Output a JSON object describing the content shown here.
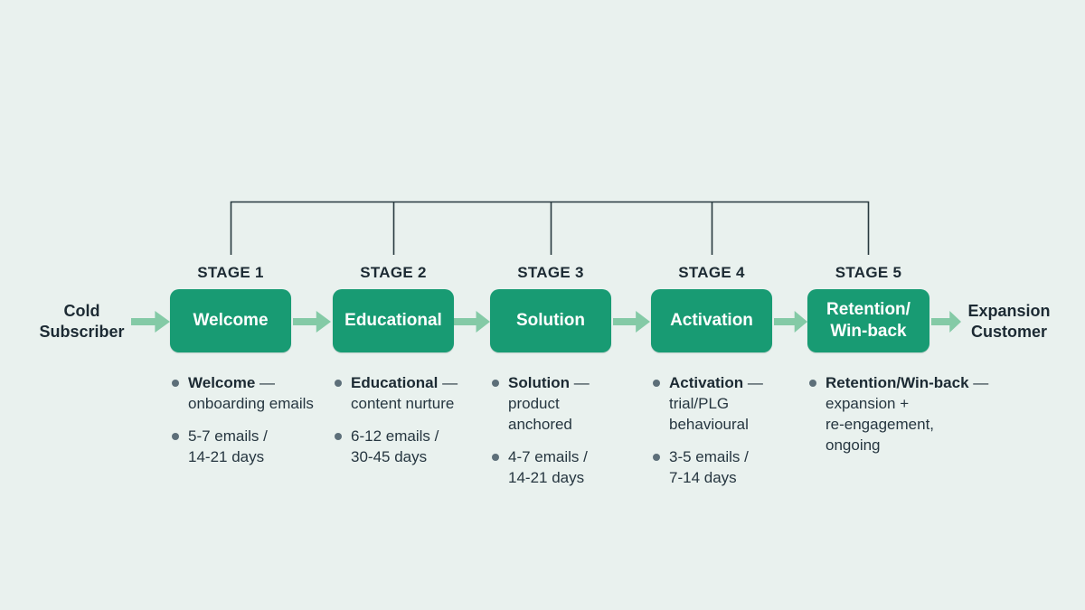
{
  "palette": {
    "background": "#e9f1ee",
    "box_green": "#189b73",
    "arrow_green": "#84caa6",
    "bracket_line": "#28393f",
    "heading_text": "#1c2a33",
    "body_text": "#263640",
    "bullet_dot": "#5d6f79",
    "box_label_text": "#ffffff"
  },
  "flow": {
    "start_label": "Cold\nSubscriber",
    "end_label": "Expansion\nCustomer"
  },
  "stages": [
    {
      "stage_label": "STAGE 1",
      "box_label": "Welcome",
      "bullets": [
        {
          "bold": "Welcome",
          "rest": " —\nonboarding emails"
        },
        {
          "bold": "",
          "rest": "5-7 emails /\n14-21 days"
        }
      ]
    },
    {
      "stage_label": "STAGE 2",
      "box_label": "Educational",
      "bullets": [
        {
          "bold": "Educational",
          "rest": " —\ncontent nurture"
        },
        {
          "bold": "",
          "rest": "6-12 emails /\n30-45 days"
        }
      ]
    },
    {
      "stage_label": "STAGE 3",
      "box_label": "Solution",
      "bullets": [
        {
          "bold": "Solution",
          "rest": " —\nproduct\nanchored"
        },
        {
          "bold": "",
          "rest": "4-7 emails /\n14-21 days"
        }
      ]
    },
    {
      "stage_label": "STAGE 4",
      "box_label": "Activation",
      "bullets": [
        {
          "bold": "Activation",
          "rest": " —\ntrial/PLG\nbehavioural"
        },
        {
          "bold": "",
          "rest": "3-5 emails /\n7-14 days"
        }
      ]
    },
    {
      "stage_label": "STAGE 5",
      "box_label": "Retention/\nWin-back",
      "bullets": [
        {
          "bold": "Retention/Win-back",
          "rest": " —\nexpansion +\nre-engagement,\nongoing"
        }
      ]
    }
  ]
}
